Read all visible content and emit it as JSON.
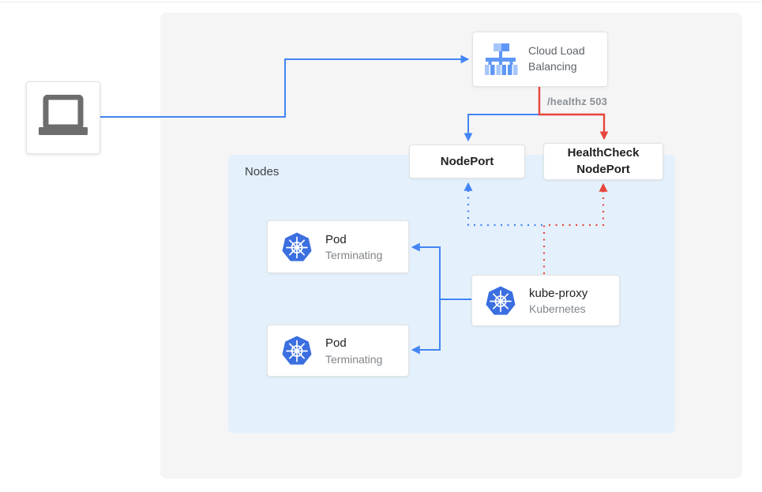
{
  "diagram": {
    "load_balancer": {
      "line1": "Cloud Load",
      "line2": "Balancing"
    },
    "healthz_label": "/healthz 503",
    "nodeport": {
      "label": "NodePort"
    },
    "healthcheck_nodeport": {
      "line1": "HealthCheck",
      "line2": "NodePort"
    },
    "nodes_group": {
      "label": "Nodes"
    },
    "pods": [
      {
        "title": "Pod",
        "subtitle": "Terminating"
      },
      {
        "title": "Pod",
        "subtitle": "Terminating"
      }
    ],
    "kube_proxy": {
      "title": "kube-proxy",
      "subtitle": "Kubernetes"
    },
    "icons": {
      "client": "laptop-icon",
      "load_balancer": "cloud-load-balancing-icon",
      "pod": "kubernetes-icon",
      "kube_proxy": "kubernetes-icon"
    },
    "colors": {
      "traffic_blue": "#4285f4",
      "health_red": "#e8453c",
      "canvas_bg": "#f5f5f6",
      "nodes_bg": "#e4f1fc",
      "muted_text": "#80868b",
      "dark_text": "#202124"
    }
  }
}
